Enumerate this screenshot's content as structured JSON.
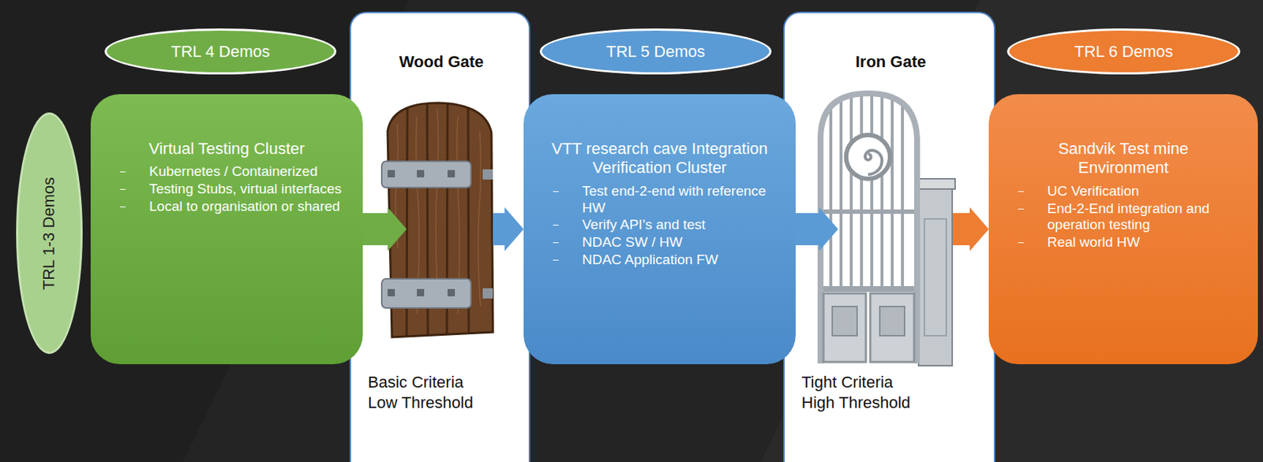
{
  "diagram": {
    "nodes": [
      {
        "text": [
          "TRL 1-3 Demos"
        ]
      },
      {
        "text": [
          "TRL 4 Demos"
        ]
      },
      {
        "text": [
          "Virtual Testing Cluster",
          "Kubernetes / Containerized",
          "Testing Stubs, virtual interfaces",
          "Local to organisation or shared"
        ]
      },
      {
        "text": [
          "Wood Gate",
          "Basic Criteria Low Threshold"
        ]
      },
      {
        "text": [
          "TRL 5 Demos"
        ]
      },
      {
        "text": [
          "VTT research cave Integration Verification Cluster",
          "Test end-2-end with reference HW",
          "Verify API’s and test",
          "NDAC SW / HW",
          "NDAC Application FW"
        ]
      },
      {
        "text": [
          "Iron Gate",
          "Tight Criteria High Threshold"
        ]
      },
      {
        "text": [
          "TRL 6 Demos"
        ]
      },
      {
        "text": [
          "Sandvik Test mine Environment",
          "UC Verification",
          "End-2-End integration and operation testing",
          "Real world HW"
        ]
      }
    ],
    "edges": [
      {
        "from": 2,
        "to": 3,
        "arrow": "to"
      },
      {
        "from": 3,
        "to": 5,
        "arrow": "to"
      },
      {
        "from": 5,
        "to": 6,
        "arrow": "to"
      },
      {
        "from": 6,
        "to": 8,
        "arrow": "to"
      }
    ]
  }
}
